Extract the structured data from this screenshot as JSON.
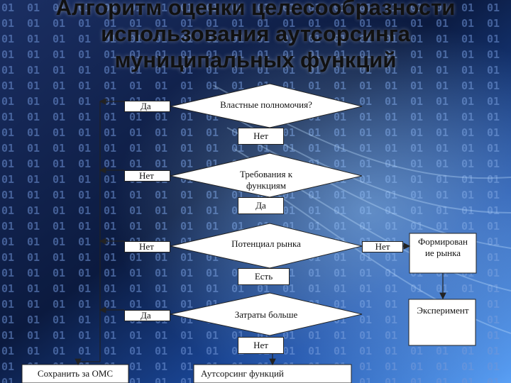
{
  "title_lines": [
    "Алгоритм оценки целесообразности",
    "использования аутсорсинга",
    "муниципальных функций"
  ],
  "diagram": {
    "decisions": [
      {
        "label": "Властные полномочия?",
        "left_answer": "Да",
        "down_answer": "Нет"
      },
      {
        "label": "Требования к функциям",
        "left_answer": "Нет",
        "down_answer": "Да"
      },
      {
        "label": "Потенциал рынка",
        "left_answer": "Нет",
        "down_answer": "Есть",
        "right_answer": "Нет"
      },
      {
        "label": "Затраты больше",
        "left_answer": "Да",
        "down_answer": "Нет"
      }
    ],
    "processes": {
      "market_formation": "Формирование рынка",
      "experiment": "Эксперимент",
      "keep_oms": "Сохранить за ОМС",
      "outsourcing": "Аутсорсинг функций"
    }
  },
  "colors": {
    "background_dark": "#0a1a3c",
    "background_accent": "#3d7fe0",
    "box_fill": "#ffffff",
    "line": "#222222"
  }
}
